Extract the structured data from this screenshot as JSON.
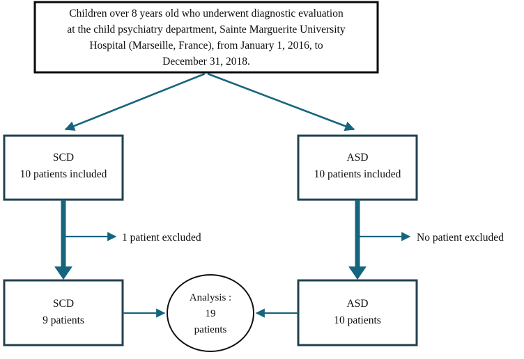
{
  "figure": {
    "type": "flowchart",
    "title": "Patient inclusion flow diagram",
    "colors": {
      "accent": "#16657f",
      "box_border": "#22404f",
      "top_box_border": "#0a0a0a",
      "circle_border": "#101010",
      "text": "#0d0d0d",
      "background": "#ffffff"
    }
  },
  "nodes": {
    "source": {
      "shape": "rectangle",
      "lines": [
        "Children over 8 years old who underwent diagnostic evaluation",
        "at the child psychiatry department, Sainte Marguerite University",
        "Hospital (Marseille, France), from January 1, 2016, to",
        "December 31, 2018."
      ]
    },
    "scd_included": {
      "shape": "rectangle",
      "lines": [
        "SCD",
        "10 patients included"
      ]
    },
    "asd_included": {
      "shape": "rectangle",
      "lines": [
        "ASD",
        "10 patients included"
      ]
    },
    "scd_final": {
      "shape": "rectangle",
      "lines": [
        "SCD",
        "9 patients"
      ]
    },
    "asd_final": {
      "shape": "rectangle",
      "lines": [
        "ASD",
        "10 patients"
      ]
    },
    "analysis": {
      "shape": "ellipse",
      "lines": [
        "Analysis :",
        "19",
        "patients"
      ]
    }
  },
  "edge_labels": {
    "scd_excluded": "1 patient excluded",
    "asd_excluded": "No patient excluded"
  }
}
